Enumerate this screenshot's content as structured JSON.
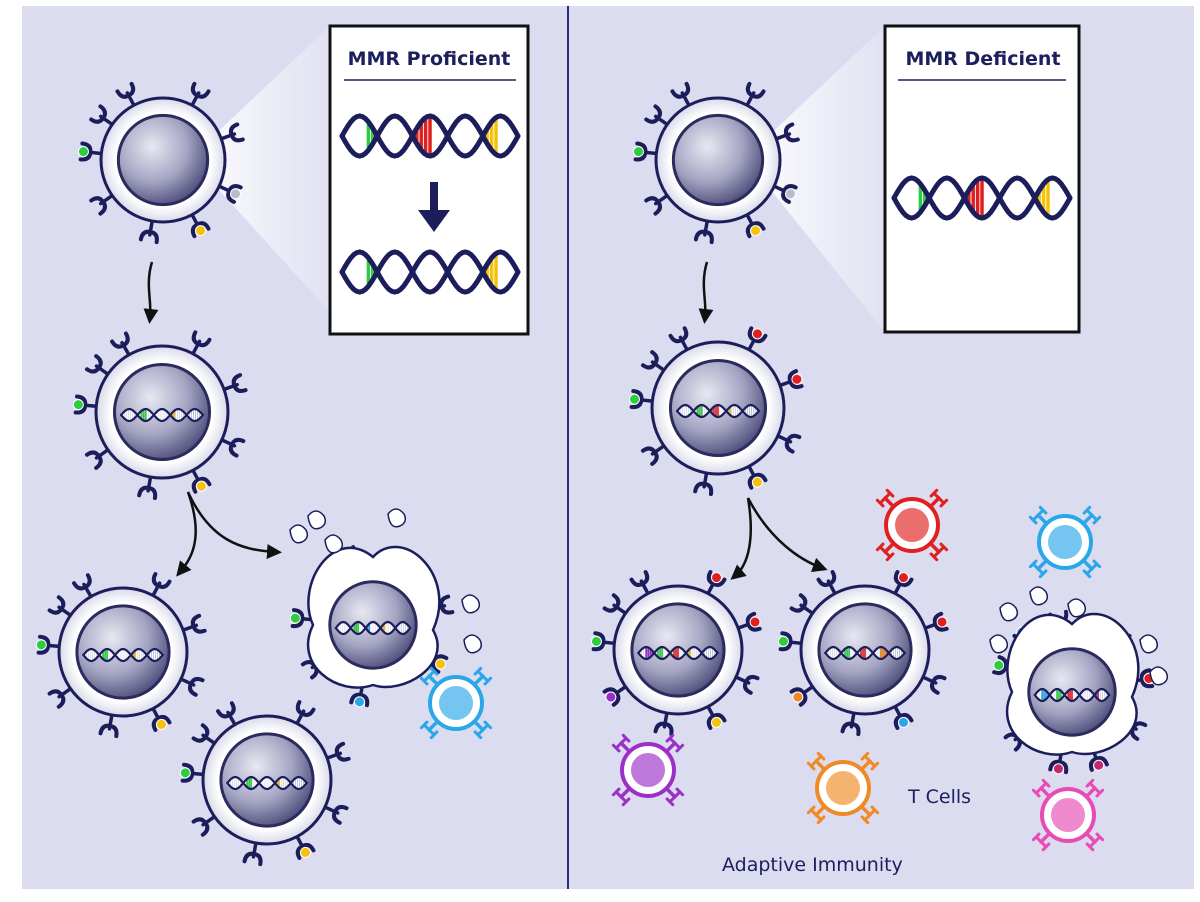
{
  "left_panel": {
    "box_title": "MMR Proficient"
  },
  "right_panel": {
    "box_title": "MMR Deficient",
    "t_cells_label": "T Cells",
    "adaptive_immunity_label": "Adaptive Immunity"
  },
  "colors": {
    "background": "#dcdcf0",
    "navy": "#1c1e5c",
    "green": "#2ecc40",
    "yellow": "#f4c20d",
    "red": "#e02020",
    "blue": "#2aa7e8",
    "purple": "#9b30c8",
    "orange": "#f08a24",
    "magenta": "#c4286e",
    "pink_tcell": "#e84cb4"
  }
}
